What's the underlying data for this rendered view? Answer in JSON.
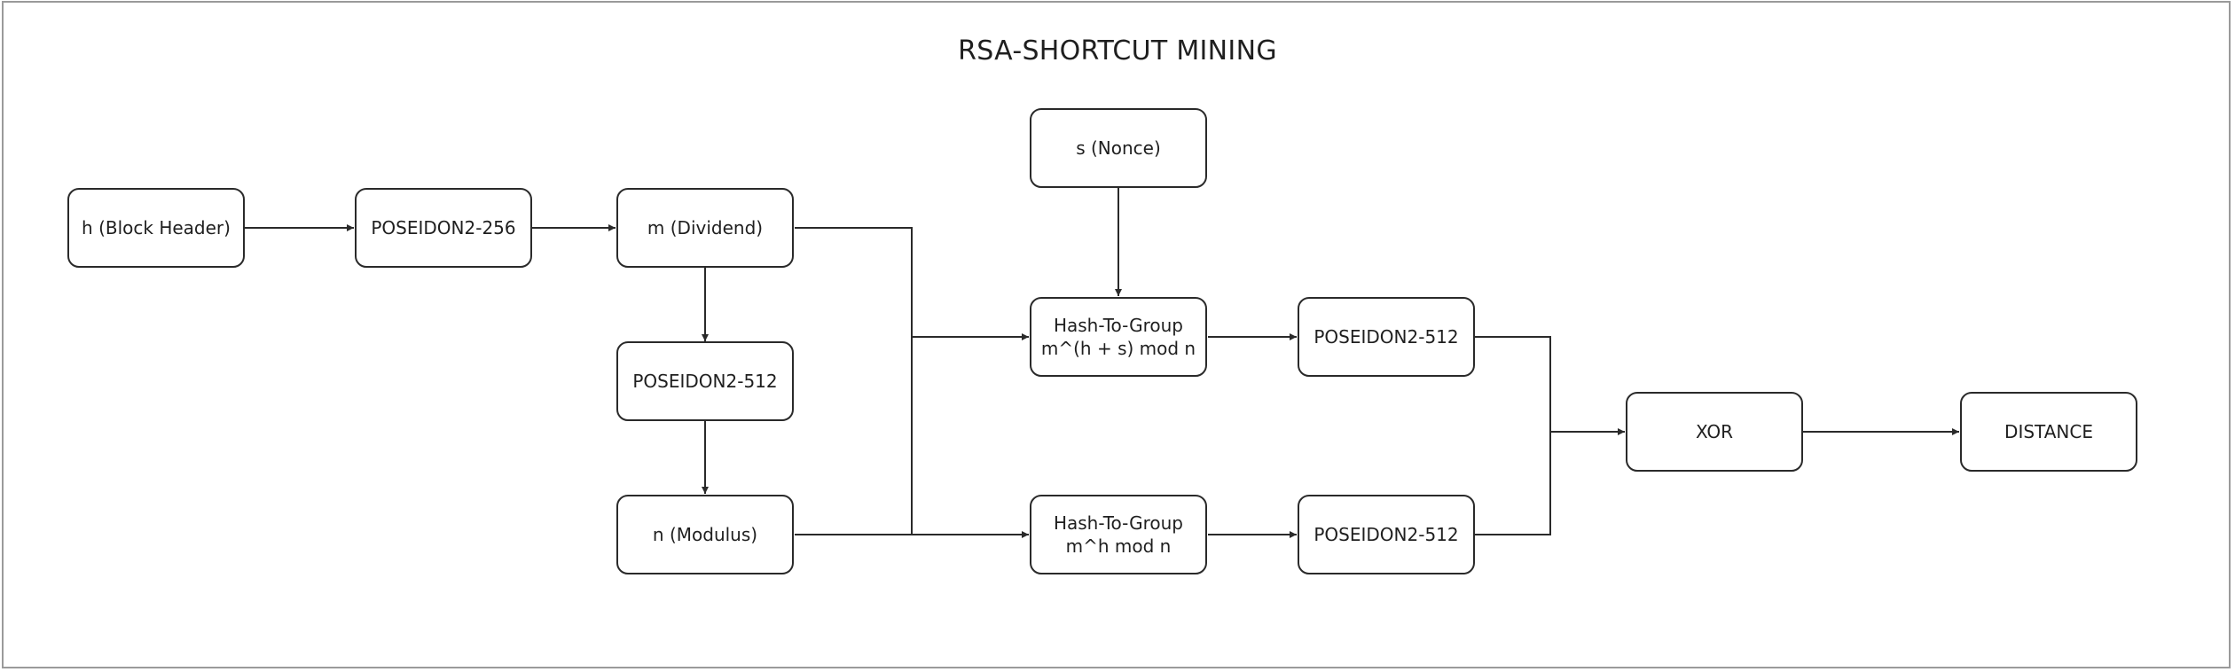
{
  "title": "RSA-SHORTCUT MINING",
  "colors": {
    "stroke": "#2a2a2a",
    "background": "#ffffff",
    "frame": "#9a9a9a"
  },
  "nodes": {
    "block_header": {
      "label": "h (Block Header)"
    },
    "poseidon_256": {
      "label": "POSEIDON2-256"
    },
    "dividend": {
      "label": "m (Dividend)"
    },
    "poseidon_512_mid": {
      "label": "POSEIDON2-512"
    },
    "modulus": {
      "label": "n (Modulus)"
    },
    "nonce": {
      "label": "s (Nonce)"
    },
    "htg_top": {
      "line1": "Hash-To-Group",
      "line2": "m^(h + s) mod n"
    },
    "htg_bottom": {
      "line1": "Hash-To-Group",
      "line2": "m^h mod n"
    },
    "poseidon_512_top": {
      "label": "POSEIDON2-512"
    },
    "poseidon_512_bottom": {
      "label": "POSEIDON2-512"
    },
    "xor": {
      "label": "XOR"
    },
    "distance": {
      "label": "DISTANCE"
    }
  },
  "connections": [
    {
      "from": "block_header",
      "to": "poseidon_256"
    },
    {
      "from": "poseidon_256",
      "to": "dividend"
    },
    {
      "from": "dividend",
      "to": "poseidon_512_mid"
    },
    {
      "from": "poseidon_512_mid",
      "to": "modulus"
    },
    {
      "from": "dividend",
      "to": "htg_top"
    },
    {
      "from": "modulus",
      "to": "htg_bottom"
    },
    {
      "from": "nonce",
      "to": "htg_top"
    },
    {
      "from": "htg_top",
      "to": "poseidon_512_top"
    },
    {
      "from": "htg_bottom",
      "to": "poseidon_512_bottom"
    },
    {
      "from": "poseidon_512_top",
      "to": "xor"
    },
    {
      "from": "poseidon_512_bottom",
      "to": "xor"
    },
    {
      "from": "xor",
      "to": "distance"
    }
  ]
}
